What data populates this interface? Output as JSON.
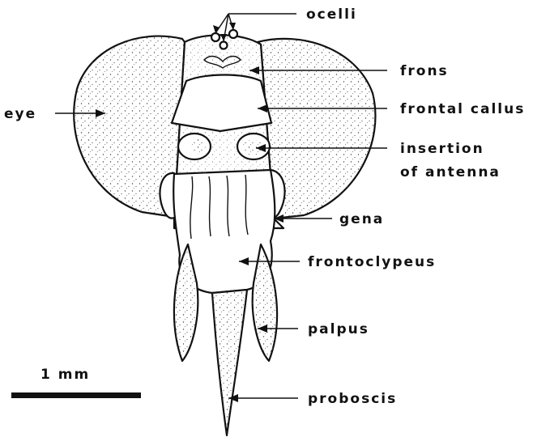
{
  "labels": {
    "ocelli": "ocelli",
    "frons": "frons",
    "eye": "eye",
    "frontal_callus": "frontal callus",
    "insertion_line1": "insertion",
    "insertion_line2": "of antenna",
    "gena": "gena",
    "frontoclypeus": "frontoclypeus",
    "palpus": "palpus",
    "proboscis": "proboscis"
  },
  "scale_bar": {
    "label": "1 mm"
  },
  "colors": {
    "ink": "#111111",
    "background": "#ffffff"
  }
}
